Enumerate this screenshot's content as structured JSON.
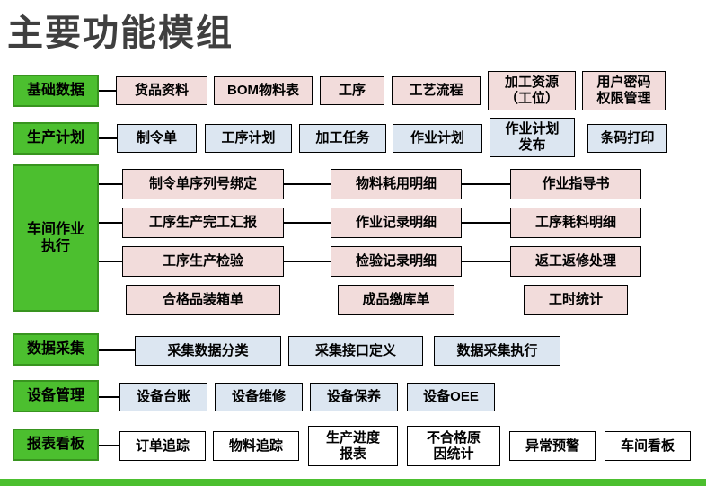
{
  "title": "主要功能模组",
  "colors": {
    "green_fill": "#4CBF2F",
    "green_border": "#38941F",
    "pink_fill": "#F2DCDB",
    "blue_fill": "#DCE6F1",
    "white_fill": "#FFFFFF",
    "box_border": "#000000",
    "title_color": "#3F3F3F"
  },
  "rows": {
    "basic": {
      "category": "基础数据",
      "items": [
        "货品资料",
        "BOM物料表",
        "工序",
        "工艺流程",
        "加工资源\n（工位）",
        "用户密码\n权限管理"
      ]
    },
    "planning": {
      "category": "生产计划",
      "items": [
        "制令单",
        "工序计划",
        "加工任务",
        "作业计划",
        "作业计划\n发布",
        "条码打印"
      ]
    },
    "workshop": {
      "category": "车间作业\n执行",
      "col1": [
        "制令单序列号绑定",
        "工序生产完工汇报",
        "工序生产检验",
        "合格品装箱单"
      ],
      "col2": [
        "物料耗用明细",
        "作业记录明细",
        "检验记录明细",
        "成品缴库单"
      ],
      "col3": [
        "作业指导书",
        "工序耗料明细",
        "返工返修处理",
        "工时统计"
      ]
    },
    "collection": {
      "category": "数据采集",
      "items": [
        "采集数据分类",
        "采集接口定义",
        "数据采集执行"
      ]
    },
    "equipment": {
      "category": "设备管理",
      "items": [
        "设备台账",
        "设备维修",
        "设备保养",
        "设备OEE"
      ]
    },
    "reports": {
      "category": "报表看板",
      "items": [
        "订单追踪",
        "物料追踪",
        "生产进度\n报表",
        "不合格原\n因统计",
        "异常预警",
        "车间看板"
      ]
    }
  }
}
